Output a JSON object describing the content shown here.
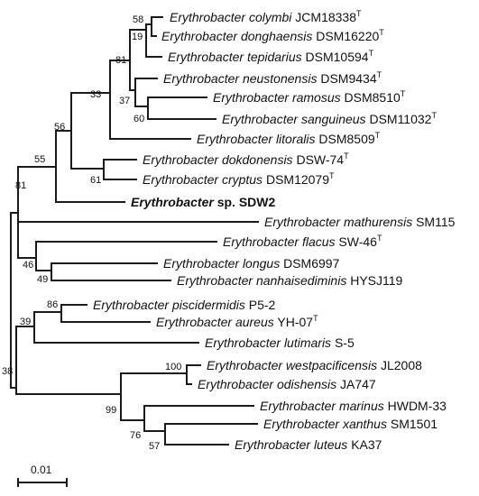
{
  "taxa": [
    {
      "genus": "Erythrobacter",
      "species": "colymbi",
      "strain": "JCM18338",
      "type_strain": true,
      "bold": false
    },
    {
      "genus": "Erythrobacter",
      "species": "donghaensis",
      "strain": "DSM16220",
      "type_strain": true,
      "bold": false
    },
    {
      "genus": "Erythrobacter",
      "species": "tepidarius",
      "strain": "DSM10594",
      "type_strain": true,
      "bold": false
    },
    {
      "genus": "Erythrobacter",
      "species": "neustonensis",
      "strain": "DSM9434",
      "type_strain": true,
      "bold": false
    },
    {
      "genus": "Erythrobacter",
      "species": "ramosus",
      "strain": "DSM8510",
      "type_strain": true,
      "bold": false
    },
    {
      "genus": "Erythrobacter",
      "species": "sanguineus",
      "strain": "DSM11032",
      "type_strain": true,
      "bold": false
    },
    {
      "genus": "Erythrobacter",
      "species": "litoralis",
      "strain": "DSM8509",
      "type_strain": true,
      "bold": false
    },
    {
      "genus": "Erythrobacter",
      "species": "dokdonensis",
      "strain": "DSW-74",
      "type_strain": true,
      "bold": false
    },
    {
      "genus": "Erythrobacter",
      "species": "cryptus",
      "strain": "DSM12079",
      "type_strain": true,
      "bold": false
    },
    {
      "genus": "Erythrobacter",
      "species": "sp.",
      "strain": "SDW2",
      "type_strain": false,
      "bold": true
    },
    {
      "genus": "Erythrobacter",
      "species": "mathurensis",
      "strain": "SM115",
      "type_strain": false,
      "bold": false
    },
    {
      "genus": "Erythrobacter",
      "species": "flacus",
      "strain": "SW-46",
      "type_strain": true,
      "bold": false
    },
    {
      "genus": "Erythrobacter",
      "species": "longus",
      "strain": "DSM6997",
      "type_strain": false,
      "bold": false
    },
    {
      "genus": "Erythrobacter",
      "species": "nanhaisediminis",
      "strain": "HYSJ119",
      "type_strain": false,
      "bold": false
    },
    {
      "genus": "Erythrobacter",
      "species": "piscidermidis",
      "strain": "P5-2",
      "type_strain": false,
      "bold": false
    },
    {
      "genus": "Erythrobacter",
      "species": "aureus",
      "strain": "YH-07",
      "type_strain": true,
      "bold": false
    },
    {
      "genus": "Erythrobacter",
      "species": "lutimaris",
      "strain": "S-5",
      "type_strain": false,
      "bold": false
    },
    {
      "genus": "Erythrobacter",
      "species": "westpacificensis",
      "strain": "JL2008",
      "type_strain": false,
      "bold": false
    },
    {
      "genus": "Erythrobacter",
      "species": "odishensis",
      "strain": "JA747",
      "type_strain": false,
      "bold": false
    },
    {
      "genus": "Erythrobacter",
      "species": "marinus",
      "strain": "HWDM-33",
      "type_strain": false,
      "bold": false
    },
    {
      "genus": "Erythrobacter",
      "species": "xanthus",
      "strain": "SM1501",
      "type_strain": false,
      "bold": false
    },
    {
      "genus": "Erythrobacter",
      "species": "luteus",
      "strain": "KA37",
      "type_strain": false,
      "bold": false
    }
  ],
  "type_strain_marker": "T",
  "bootstrap": [
    "58",
    "19",
    "81",
    "37",
    "60",
    "33",
    "56",
    "61",
    "55",
    "81",
    "46",
    "49",
    "86",
    "39",
    "38",
    "100",
    "99",
    "76",
    "57"
  ],
  "scale_bar": {
    "label": "0.01"
  }
}
